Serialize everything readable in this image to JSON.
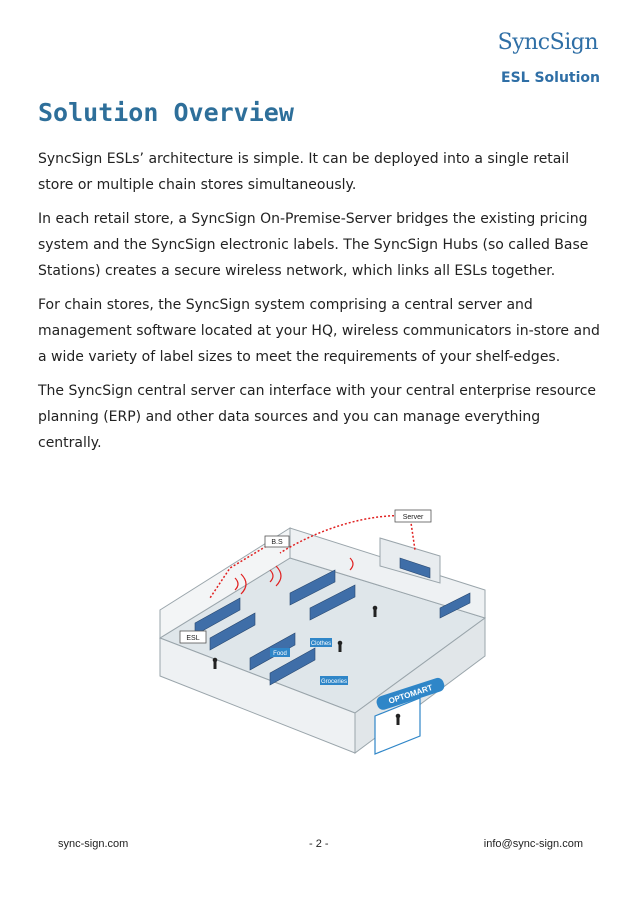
{
  "header": {
    "logo": "SyncSign",
    "section": "ESL Solution"
  },
  "title": "Solution Overview",
  "paragraphs": [
    "SyncSign ESLs’ architecture is simple. It can be deployed into a single retail store or multiple chain stores simultaneously.",
    "In each retail store, a SyncSign On-Premise-Server bridges the existing pricing system and the SyncSign electronic labels. The SyncSign Hubs (so called Base Stations) creates a secure wireless network, which links all ESLs together.",
    "For chain stores, the SyncSign system comprising a central server and management software located at your HQ, wireless communicators in-store and a wide variety of label sizes to meet the requirements of your shelf-edges.",
    "The SyncSign central server can interface with your central enterprise resource planning (ERP) and other data sources and you can manage everything centrally."
  ],
  "diagram": {
    "labels": {
      "server": "Server",
      "bs": "B.S",
      "esl": "ESL",
      "food": "Food",
      "clothes": "Clothes",
      "groceries": "Groceries",
      "store_sign": "OPTOMART"
    },
    "colors": {
      "floor": "#dfe6ea",
      "wall": "#f3f5f6",
      "shelf": "#3f6ea8",
      "signal": "#e02020",
      "sign_blue": "#2f86c8"
    }
  },
  "footer": {
    "website": "sync-sign.com",
    "page": "- 2 -",
    "email": "info@sync-sign.com"
  }
}
